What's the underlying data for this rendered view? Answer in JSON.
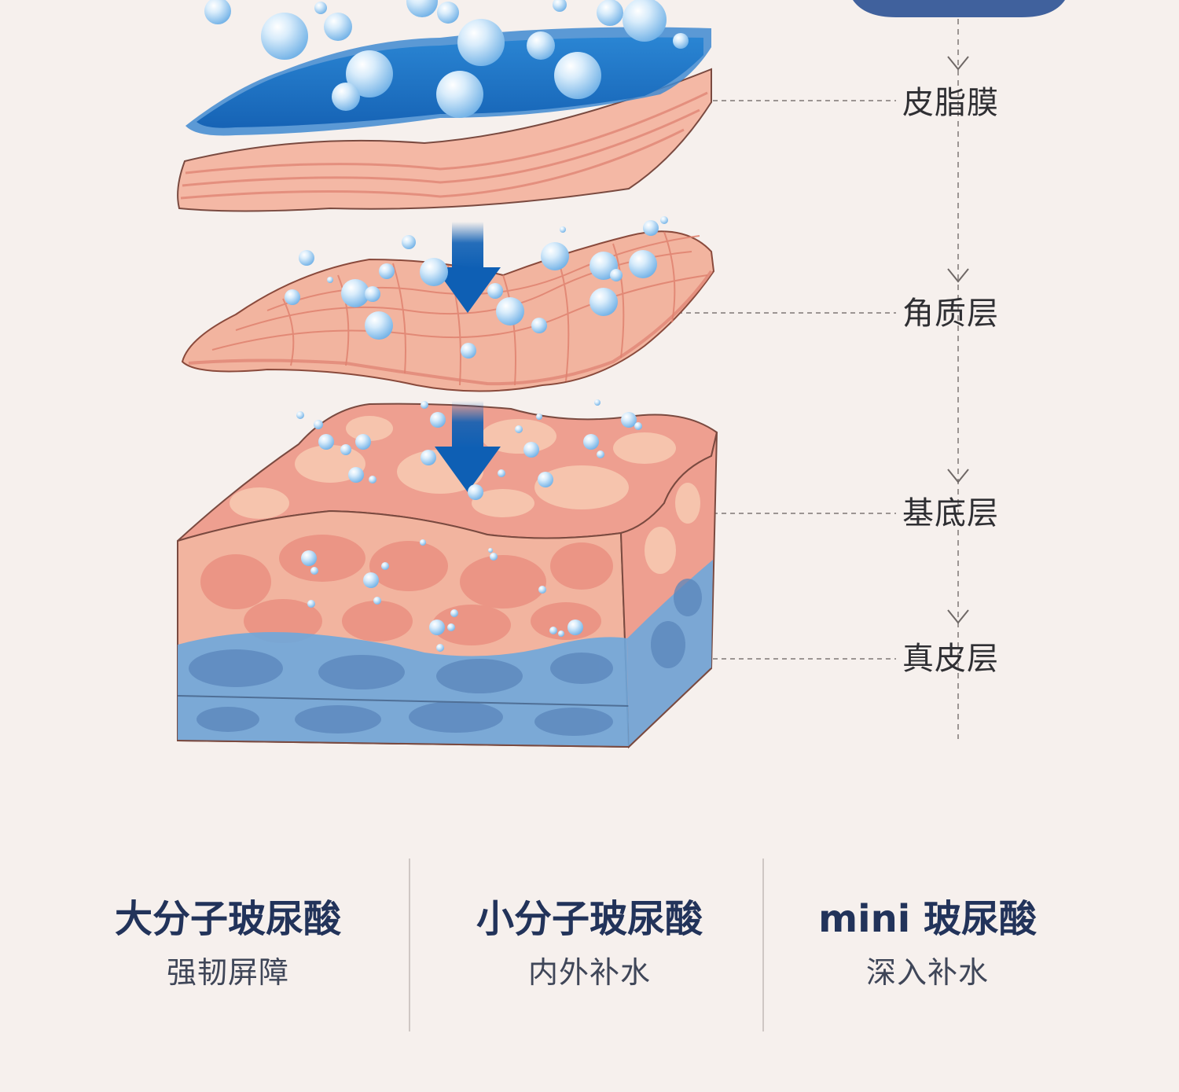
{
  "layers": [
    {
      "key": "sebum",
      "label": "皮脂膜"
    },
    {
      "key": "stratum-corneum",
      "label": "角质层"
    },
    {
      "key": "basal",
      "label": "基底层"
    },
    {
      "key": "dermis",
      "label": "真皮层"
    }
  ],
  "cards": [
    {
      "title": "大分子玻尿酸",
      "subtitle": "强韧屏障"
    },
    {
      "title": "小分子玻尿酸",
      "subtitle": "内外补水"
    },
    {
      "title": "mini 玻尿酸",
      "subtitle": "深入补水"
    }
  ],
  "colors": {
    "background": "#f6f0ed",
    "skin": "#eb9f90",
    "skin_light": "#f5c3aa",
    "water_dark": "#1c67b8",
    "water_light": "#7fb6e8",
    "arrow": "#0e5fb4",
    "badge": "#40619d"
  },
  "icons": {
    "connector_arrow": "chevron-down-icon",
    "drop": "water-bubble-icon"
  }
}
